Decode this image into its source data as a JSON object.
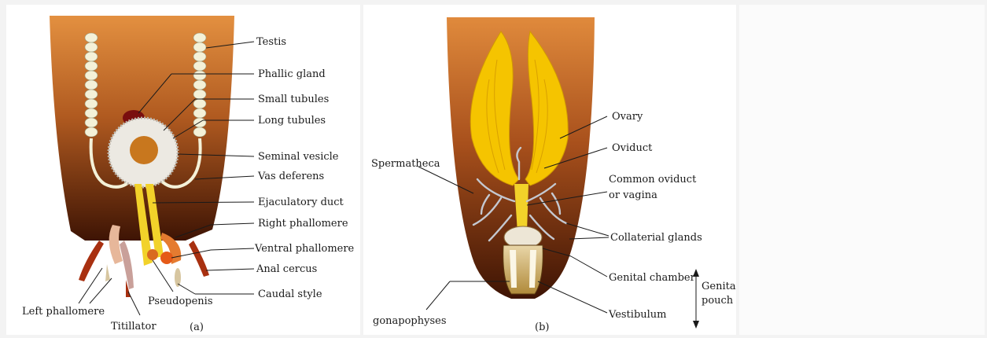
{
  "panel_a": {
    "caption": "(a)",
    "labels": {
      "testis": "Testis",
      "phallic_gland": "Phallic gland",
      "small_tubules": "Small tubules",
      "long_tubules": "Long tubules",
      "seminal_vesicle": "Seminal vesicle",
      "vas_deferens": "Vas deferens",
      "ejaculatory_duct": "Ejaculatory duct",
      "right_phallomere": "Right phallomere",
      "ventral_phallomere": "Ventral phallomere",
      "anal_cercus": "Anal cercus",
      "caudal_style": "Caudal style",
      "left_phallomere": "Left phallomere",
      "pseudopenis": "Pseudopenis",
      "titillator": "Titillator"
    }
  },
  "panel_b": {
    "caption": "(b)",
    "labels": {
      "ovary": "Ovary",
      "oviduct": "Oviduct",
      "common_oviduct_1": "Common oviduct",
      "common_oviduct_2": "or vagina",
      "spermatheca": "Spermatheca",
      "collaterial_glands": "Collaterial glands",
      "genital_chamber": "Genital chamber",
      "vestibulum": "Vestibulum",
      "gonapophyses": "gonapophyses",
      "genital_pouch_1": "Genital",
      "genital_pouch_2": "pouch"
    }
  },
  "colors": {
    "abdomen_top": "#e08a3c",
    "abdomen_mid": "#a8501c",
    "abdomen_bottom": "#4a1a06",
    "ovary_yellow": "#f5c400",
    "testis_cream": "#f4f1d8",
    "gland_grey": "#c4c8d0"
  }
}
